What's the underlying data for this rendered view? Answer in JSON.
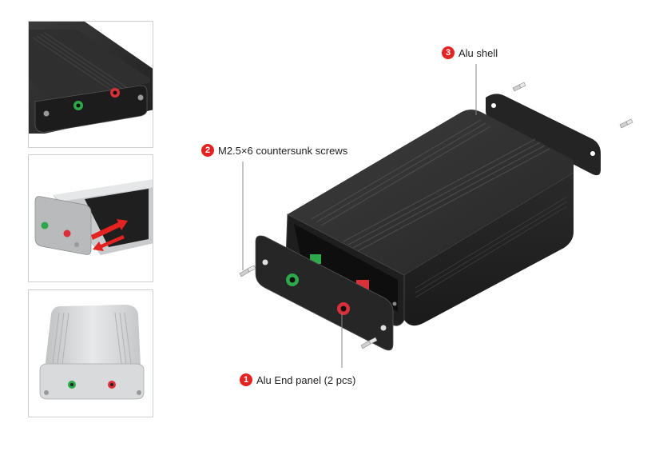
{
  "callouts": {
    "shell": {
      "number": "3",
      "label": "Alu shell"
    },
    "screws": {
      "number": "2",
      "label": "M2.5×6  countersunk screws"
    },
    "panel": {
      "number": "1",
      "label": "Alu End panel (2 pcs)"
    }
  },
  "colors": {
    "accent_red": "#e32222",
    "black_shell": "#2c2c2c",
    "silver_shell": "#d4d6d8",
    "jack_green": "#2da84a",
    "jack_red": "#d9303a"
  }
}
